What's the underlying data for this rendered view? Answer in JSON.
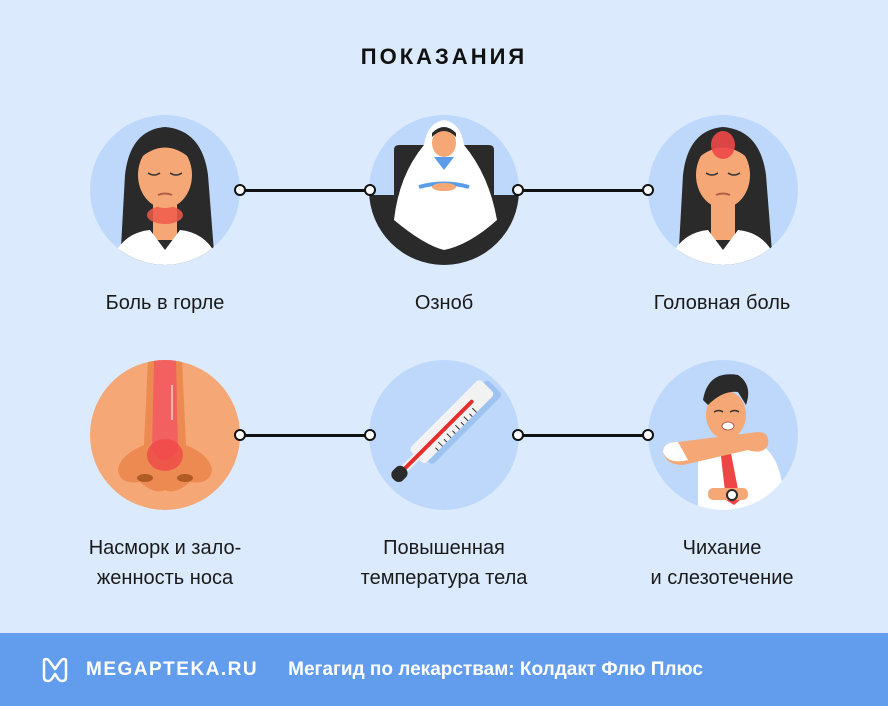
{
  "title": "ПОКАЗАНИЯ",
  "items": [
    {
      "label_line1": "Боль в горле",
      "label_line2": "",
      "icon": "woman-sore-throat-icon"
    },
    {
      "label_line1": "Озноб",
      "label_line2": "",
      "icon": "woman-chills-blanket-icon"
    },
    {
      "label_line1": "Головная боль",
      "label_line2": "",
      "icon": "woman-headache-icon"
    },
    {
      "label_line1": "Насморк и зало-",
      "label_line2": "женность носа",
      "icon": "inflamed-nose-icon"
    },
    {
      "label_line1": "Повышенная",
      "label_line2": "температура тела",
      "icon": "thermometer-icon"
    },
    {
      "label_line1": "Чихание",
      "label_line2": "и слезотечение",
      "icon": "man-sneezing-icon"
    }
  ],
  "footer": {
    "brand": "MEGAPTEKA.RU",
    "tagline": "Мегагид по лекарствам: Колдакт Флю Плюс",
    "logo_icon": "megapteka-logo-icon"
  },
  "colors": {
    "background": "#dbeafd",
    "circle": "#bdd8fb",
    "footer": "#629ded",
    "accent_red": "#f04848",
    "skin": "#f5a775",
    "hair": "#2a2a2a"
  }
}
